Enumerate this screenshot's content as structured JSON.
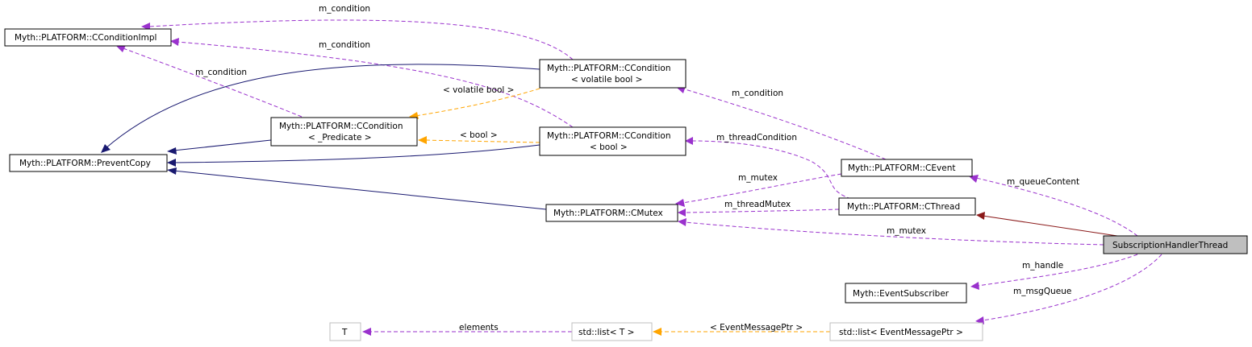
{
  "nodes": {
    "cconditionimpl": "Myth::PLATFORM::CConditionImpl",
    "ccondition_volatile_l1": "Myth::PLATFORM::CCondition",
    "ccondition_volatile_l2": "< volatile bool >",
    "ccondition_predicate_l1": "Myth::PLATFORM::CCondition",
    "ccondition_predicate_l2": "< _Predicate >",
    "ccondition_bool_l1": "Myth::PLATFORM::CCondition",
    "ccondition_bool_l2": "< bool >",
    "preventcopy": "Myth::PLATFORM::PreventCopy",
    "cevent": "Myth::PLATFORM::CEvent",
    "cmutex": "Myth::PLATFORM::CMutex",
    "cthread": "Myth::PLATFORM::CThread",
    "subscriptionhandlerthread": "SubscriptionHandlerThread",
    "eventsubscriber": "Myth::EventSubscriber",
    "t": "T",
    "std_list_t": "std::list< T >",
    "std_list_eventmessageptr": "std::list< EventMessagePtr >"
  },
  "edge_labels": {
    "m_condition_top": "m_condition",
    "m_condition_mid": "m_condition",
    "m_condition_left": "m_condition",
    "m_condition_right": "m_condition",
    "volatile_bool": "< volatile bool >",
    "bool": "< bool >",
    "m_thread_condition": "m_threadCondition",
    "m_mutex_cevent": "m_mutex",
    "m_thread_mutex": "m_threadMutex",
    "m_mutex_sub": "m_mutex",
    "m_queue_content": "m_queueContent",
    "m_handle": "m_handle",
    "m_msg_queue": "m_msgQueue",
    "elements": "elements",
    "event_message_ptr": "< EventMessagePtr >"
  },
  "colors": {
    "uses_edge": "#9a32cd",
    "template_edge": "#ffa500",
    "inheritance_edge": "#191970",
    "inheritance_edge_alt": "#8b1a1a",
    "highlight_fill": "#bfbfbf"
  }
}
